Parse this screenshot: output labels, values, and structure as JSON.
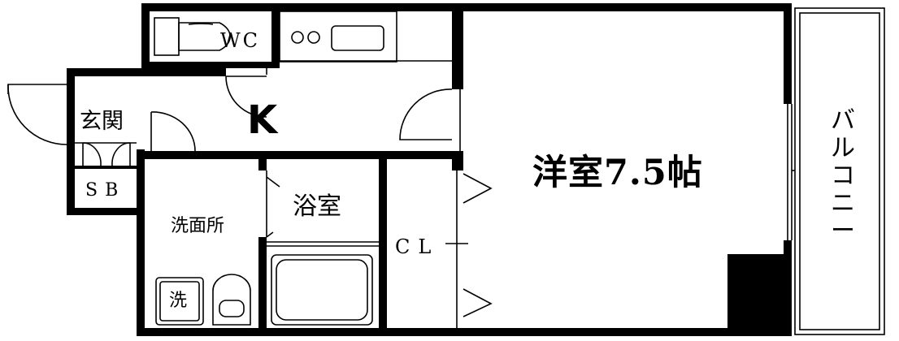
{
  "labels": {
    "wc": "WC",
    "kitchen": "K",
    "entrance": "玄関",
    "shoe_box": "SB",
    "western_room": "洋室7.5帖",
    "washroom": "洗面所",
    "bathroom": "浴室",
    "closet": "CL",
    "washer": "洗",
    "balcony": "バルコニー"
  }
}
